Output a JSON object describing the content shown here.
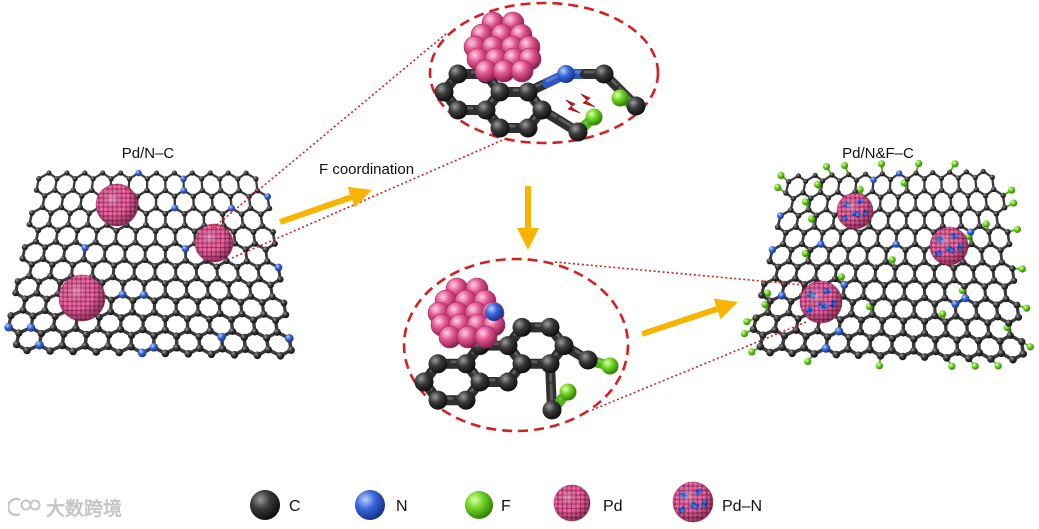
{
  "figure": {
    "left_panel_label": "Pd/N–C",
    "right_panel_label": "Pd/N&F–C",
    "process_label": "F coordination"
  },
  "legend": [
    {
      "label": "C",
      "icon": "carbon-atom-icon"
    },
    {
      "label": "N",
      "icon": "nitrogen-atom-icon"
    },
    {
      "label": "F",
      "icon": "fluorine-atom-icon"
    },
    {
      "label": "Pd",
      "icon": "pd-nanoparticle-icon"
    },
    {
      "label": "Pd–N",
      "icon": "pd-n-nanoparticle-icon"
    }
  ],
  "colors": {
    "carbon": "#2b2b2b",
    "nitrogen": "#3a67dc",
    "fluorine": "#6fd422",
    "palladium": "#e2558f",
    "arrow": "#f7b500",
    "zoom_outline": "#d42020",
    "guide_line": "#d42020"
  },
  "watermark": {
    "text": "大数跨境",
    "icon": "watermark-logo-icon"
  }
}
